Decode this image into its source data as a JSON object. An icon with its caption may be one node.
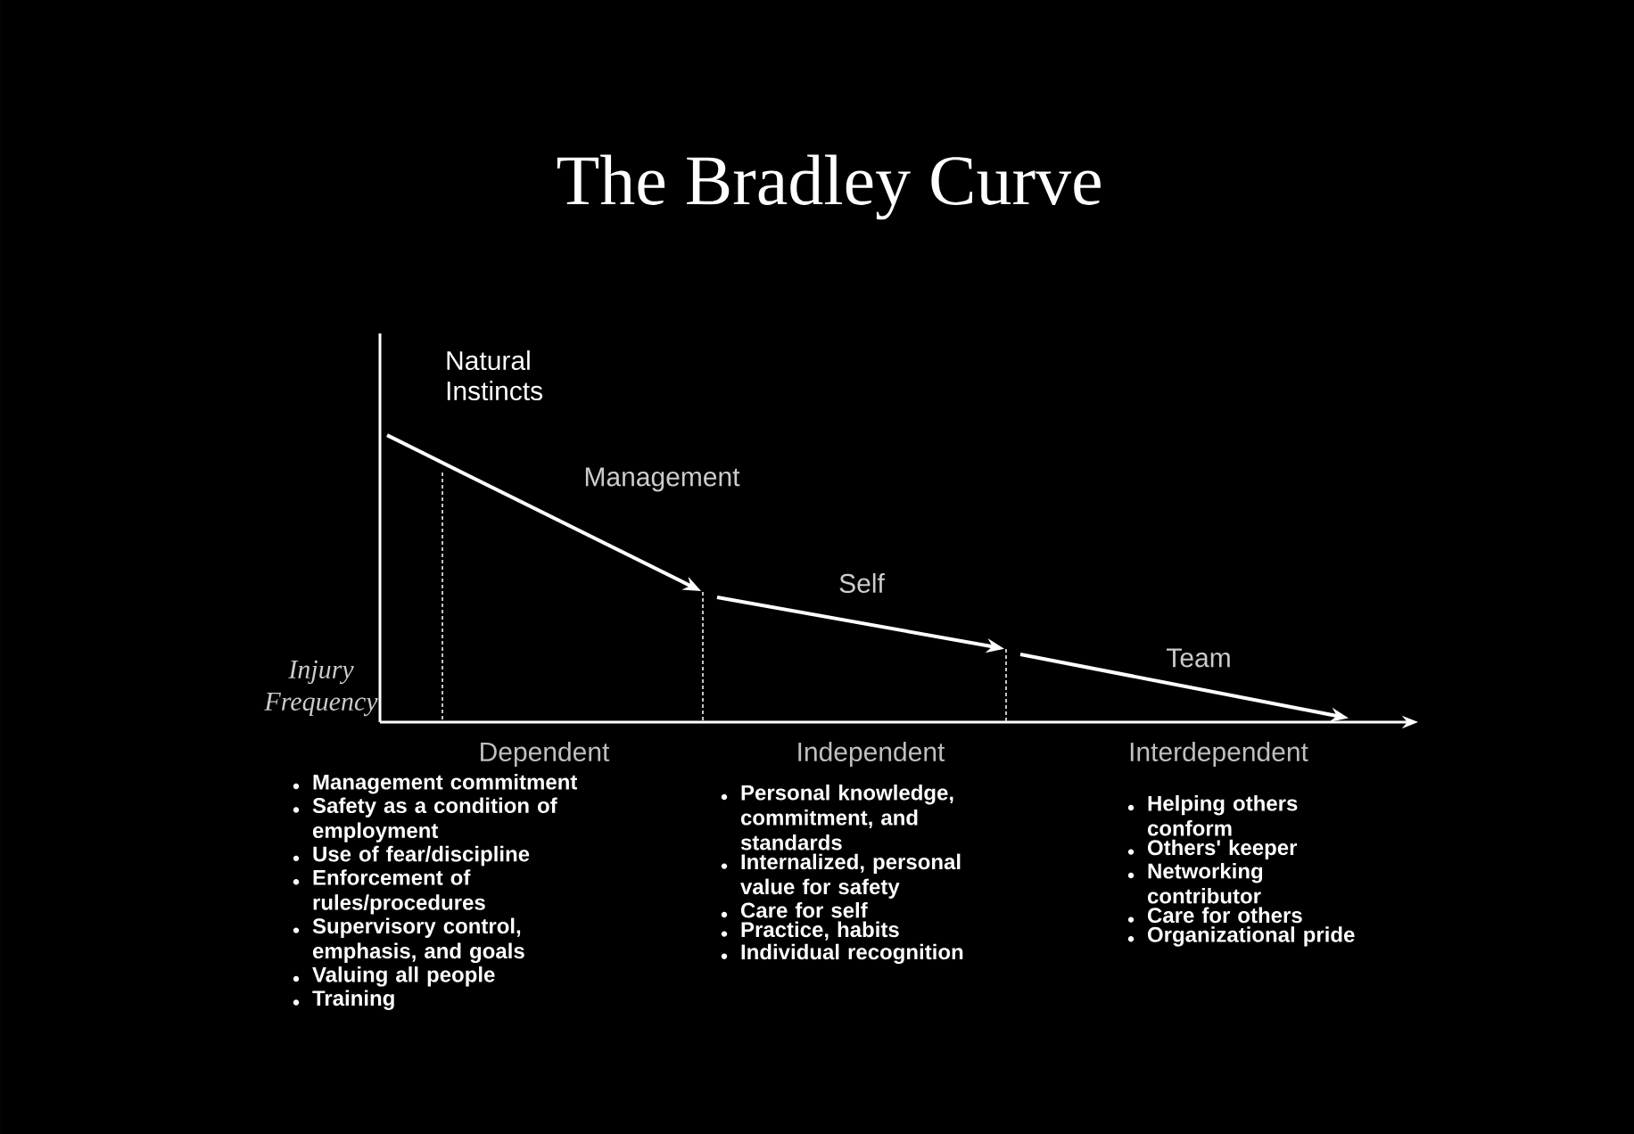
{
  "diagram": {
    "title": "The Bradley Curve",
    "nodes": [
      {
        "text": [
          "Natural Instincts"
        ]
      },
      {
        "text": [],
        "shape": "bar"
      },
      {
        "text": [],
        "shape": "bar"
      },
      {
        "text": [],
        "shape": "bar"
      }
    ],
    "edges": [
      {
        "from": 0,
        "to": 2,
        "arrow": "to",
        "label": "Management"
      },
      {
        "from": 2,
        "to": 3,
        "arrow": "to",
        "label": "Self"
      },
      {
        "from": 3,
        "to": null,
        "arrow": "to",
        "label": "Team"
      }
    ],
    "labels": [
      "Injury Frequency",
      "Dependent",
      "Independent",
      "Interdependent",
      "Management commitment",
      "Safety as a condition of employment",
      "Use of fear/discipline",
      "Enforcement of rules/procedures",
      "Supervisory control, emphasis, and goals",
      "Valuing all people",
      "Training",
      "Personal knowledge, commitment, and standards",
      "Internalized, personal value for safety",
      "Care for self",
      "Practice, habits",
      "Individual recognition",
      "Helping others conform",
      "Others' keeper",
      "Networking contributor",
      "Care for others",
      "Organizational pride"
    ]
  }
}
